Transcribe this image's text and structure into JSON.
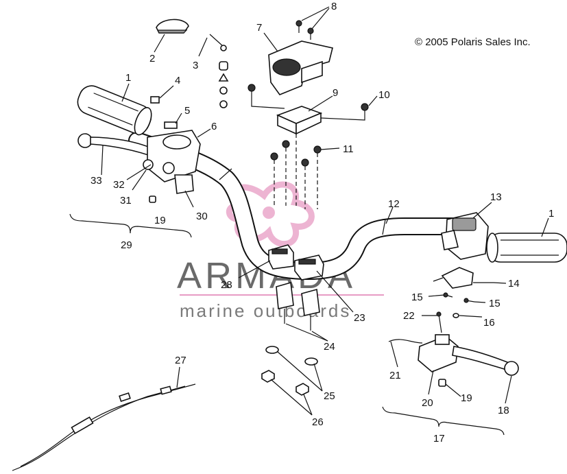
{
  "copyright": "© 2005 Polaris Sales Inc.",
  "watermark": {
    "brand": "ARMADA",
    "tagline": "marine outboards"
  },
  "callouts": {
    "c1a": "1",
    "c1b": "1",
    "c2": "2",
    "c3": "3",
    "c4": "4",
    "c5": "5",
    "c6": "6",
    "c7": "7",
    "c8": "8",
    "c9": "9",
    "c10": "10",
    "c11": "11",
    "c12": "12",
    "c13": "13",
    "c14": "14",
    "c15a": "15",
    "c15b": "15",
    "c16": "16",
    "c17": "17",
    "c18": "18",
    "c19a": "19",
    "c19b": "19",
    "c20": "20",
    "c21": "21",
    "c22": "22",
    "c23": "23",
    "c24": "24",
    "c25": "25",
    "c26": "26",
    "c27": "27",
    "c28": "28",
    "c29": "29",
    "c30": "30",
    "c31": "31",
    "c32": "32",
    "c33": "33"
  }
}
